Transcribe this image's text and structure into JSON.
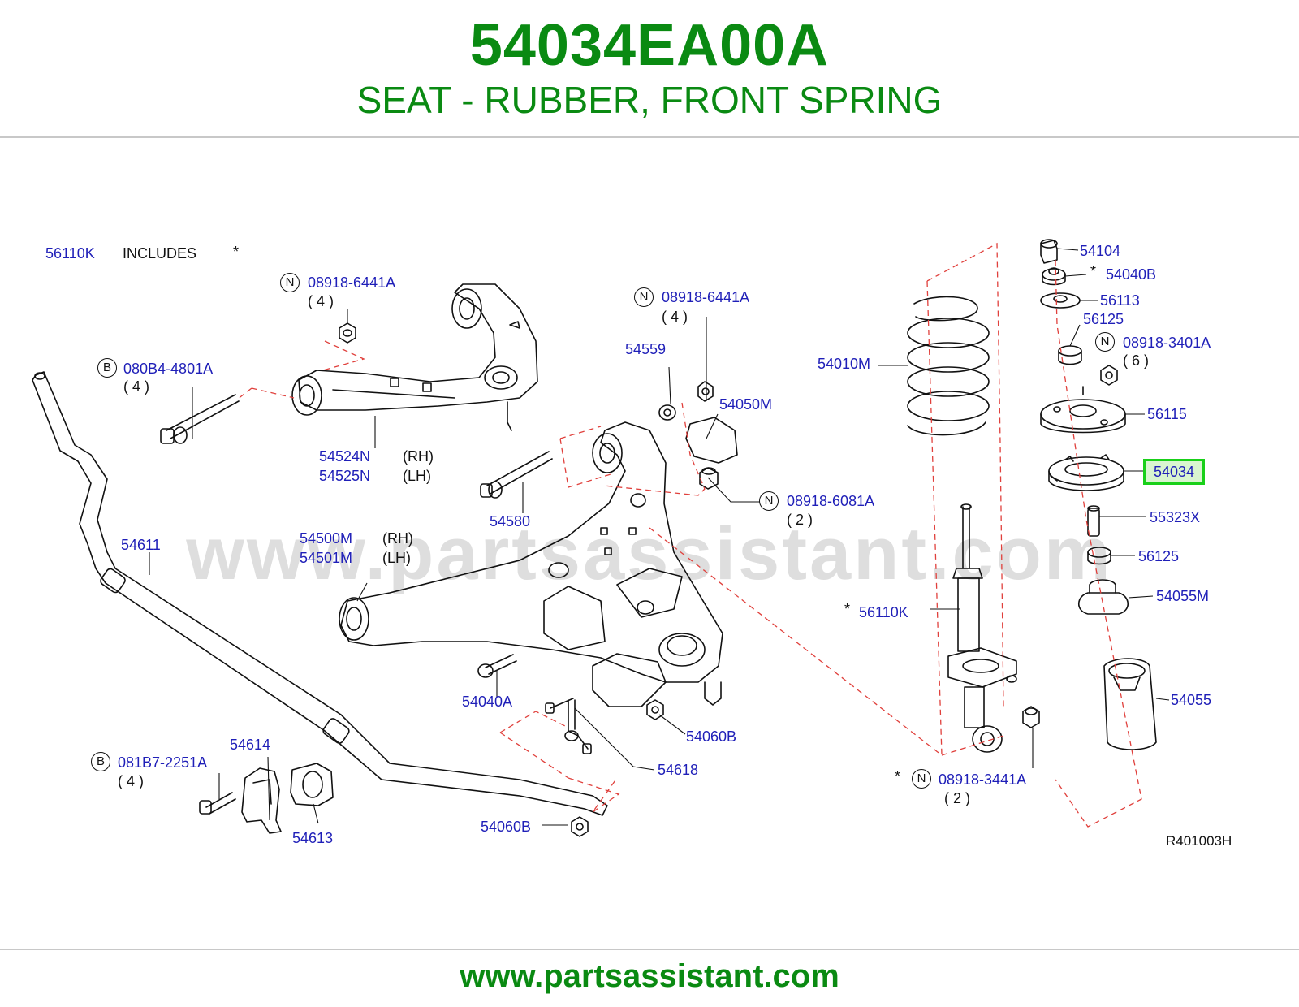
{
  "header": {
    "part_number": "54034EA00A",
    "part_name": "SEAT - RUBBER, FRONT SPRING"
  },
  "footer": {
    "url": "www.partsassistant.com"
  },
  "watermark": "www.partsassistant.com",
  "diagram_code": "R401003H",
  "colors": {
    "brand_green": "#0a8a12",
    "label_blue": "#1f1fb8",
    "highlight": "#19d019",
    "dash_red": "#e0403c"
  },
  "labels": {
    "l56110k_inc": "56110K",
    "includes": "INCLUDES",
    "star1": "*",
    "l08918_6441a_1": "08918-6441A",
    "q4_1": "( 4 )",
    "l080b4": "080B4-4801A",
    "q4_2": "( 4 )",
    "l54524n": "54524N",
    "rh1": "(RH)",
    "l54525n": "54525N",
    "lh1": "(LH)",
    "l54611": "54611",
    "l08918_6441a_2": "08918-6441A",
    "q4_3": "( 4 )",
    "l54559": "54559",
    "l54050m": "54050M",
    "l54580": "54580",
    "l08918_6081a": "08918-6081A",
    "q2_1": "( 2 )",
    "l54500m": "54500M",
    "rh2": "(RH)",
    "l54501m": "54501M",
    "lh2": "(LH)",
    "l54040a": "54040A",
    "l54060b_1": "54060B",
    "l54618": "54618",
    "l54614": "54614",
    "l081b7": "081B7-2251A",
    "q4_4": "( 4 )",
    "l54613": "54613",
    "l54060b_2": "54060B",
    "l54010m": "54010M",
    "star2": "*",
    "l56110k": "56110K",
    "star3": "*",
    "l08918_3441a": "08918-3441A",
    "q2_2": "( 2 )",
    "l54104": "54104",
    "star4": "*",
    "l54040b": "54040B",
    "l56113": "56113",
    "l56125_1": "56125",
    "l08918_3401a": "08918-3401A",
    "q6": "( 6 )",
    "l56115": "56115",
    "l54034": "54034",
    "l55323x": "55323X",
    "l56125_2": "56125",
    "l54055m": "54055M",
    "l54055": "54055"
  },
  "circles": {
    "n": "N",
    "b": "B"
  }
}
